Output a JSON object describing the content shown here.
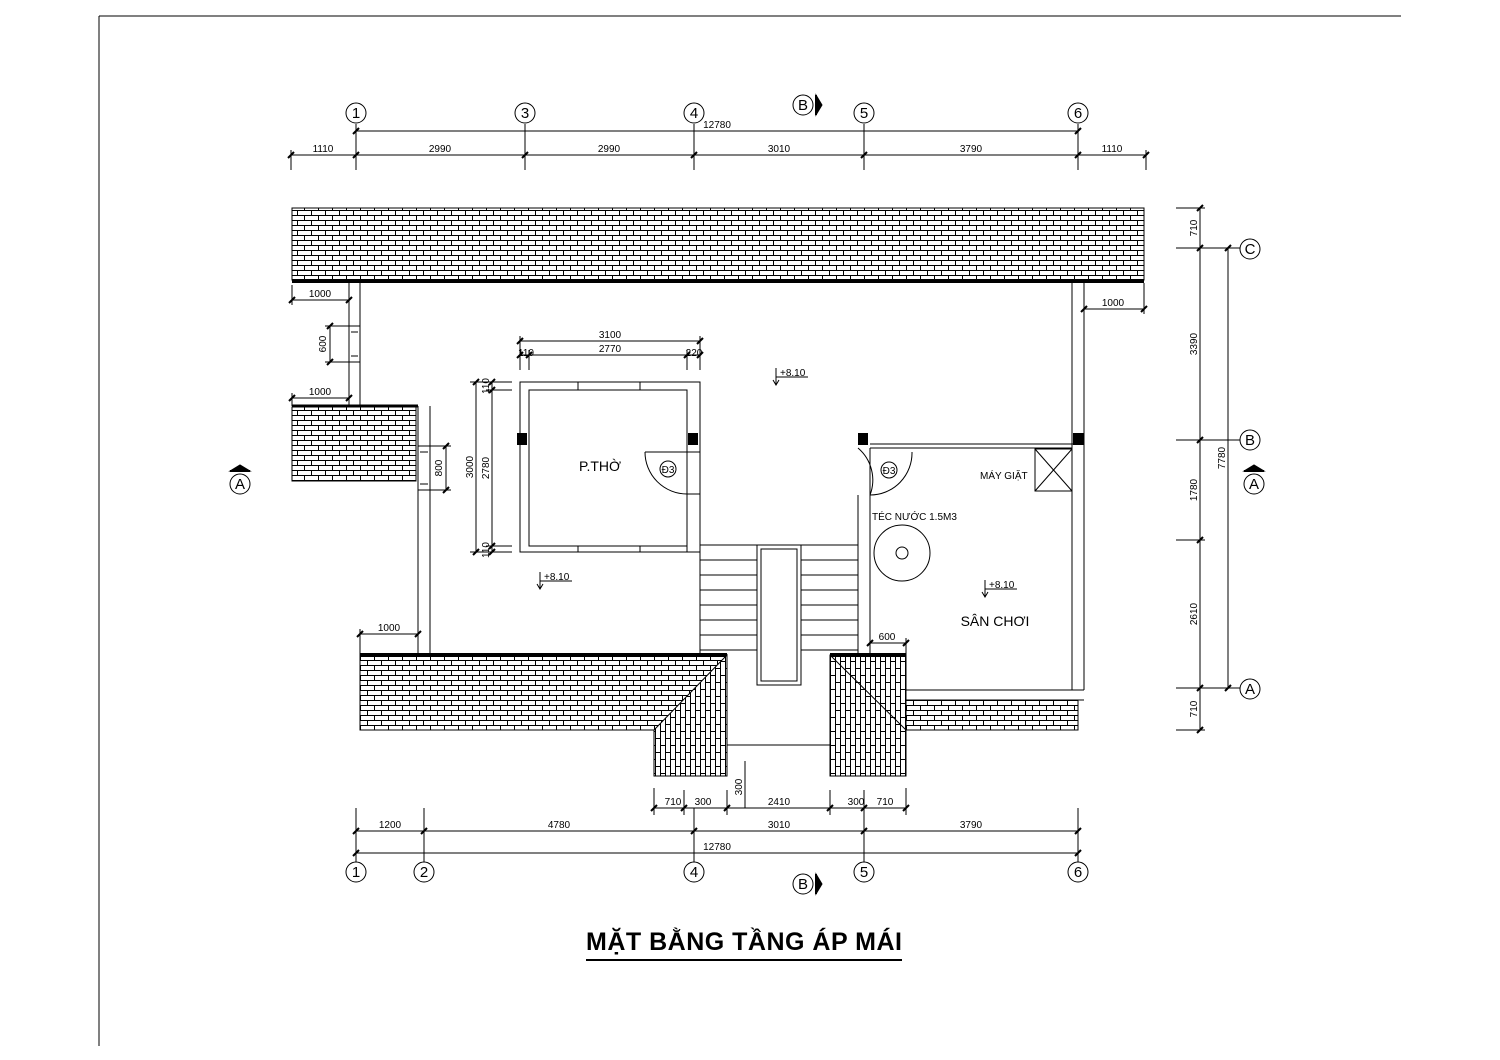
{
  "title": "MẶT BẰNG TẦNG ÁP MÁI",
  "rooms": {
    "shrine": "P.THỜ",
    "playground": "SÂN CHƠI",
    "washer": "MÁY GIẶT",
    "tank": "TÉC NƯỚC 1.5M3"
  },
  "levels": {
    "top": "+8.10",
    "left": "+8.10",
    "right": "+8.10"
  },
  "doors": {
    "d1": "Đ3",
    "d2": "Đ3"
  },
  "axes": {
    "top": [
      "1",
      "3",
      "4",
      "5",
      "6"
    ],
    "bottom": [
      "1",
      "2",
      "4",
      "5",
      "6"
    ],
    "right": [
      "C",
      "B",
      "A"
    ],
    "section_b_top": "B",
    "section_b_bottom": "B",
    "section_a_left": "A",
    "section_a_right": "A"
  },
  "dims": {
    "top_total": "12780",
    "top_segments": [
      "1110",
      "2990",
      "2990",
      "3010",
      "3790",
      "1110"
    ],
    "bottom_total": "12780",
    "bottom_segments": [
      "1200",
      "4780",
      "3010",
      "3790"
    ],
    "stair_segments": [
      "710",
      "300",
      "2410",
      "300",
      "710"
    ],
    "stair_depth": "300",
    "right_total": "7780",
    "right_segments": [
      "710",
      "3390",
      "1780",
      "2610",
      "710"
    ],
    "left_overhang_top": "1000",
    "left_window": "600",
    "left_overhang_mid": "1000",
    "left_vent": "800",
    "left_overhang_bottom": "1000",
    "right_overhang": "1000",
    "shrine_total": "3100",
    "shrine_segments": [
      "110",
      "2770",
      "220"
    ],
    "shrine_height_total": "3000",
    "shrine_height_inner": "2780",
    "shrine_height_top": "110",
    "shrine_height_bottom": "110",
    "right_ledge": "600"
  }
}
